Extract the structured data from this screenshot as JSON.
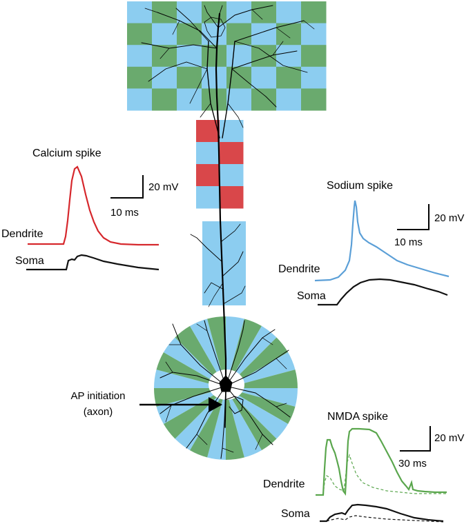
{
  "colors": {
    "blue": "#8ccdf0",
    "green": "#6aaa6e",
    "red": "#d9474a",
    "calcium_trace": "#d6272c",
    "sodium_trace": "#5b9fd7",
    "nmda_trace": "#5aa64d",
    "soma_trace": "#111111"
  },
  "icons": {
    "neuron": "pyramidal-neuron-icon",
    "arrow": "arrow-right-icon"
  },
  "labels": {
    "ap_initiation": "AP initiation",
    "ap_axon": "(axon)"
  },
  "calcium": {
    "title": "Calcium spike",
    "scale_mv": "20 mV",
    "scale_ms": "10 ms",
    "dendrite": "Dendrite",
    "soma": "Soma"
  },
  "sodium": {
    "title": "Sodium spike",
    "scale_mv": "20 mV",
    "scale_ms": "10 ms",
    "dendrite": "Dendrite",
    "soma": "Soma"
  },
  "nmda": {
    "title": "NMDA spike",
    "scale_mv": "20 mV",
    "scale_ms": "30 ms",
    "dendrite": "Dendrite",
    "soma": "Soma"
  }
}
